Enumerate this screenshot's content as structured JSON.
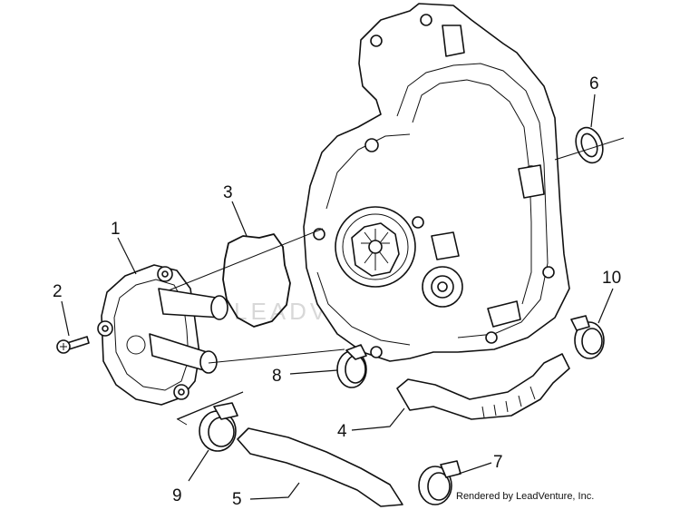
{
  "callouts": {
    "c1": "1",
    "c2": "2",
    "c3": "3",
    "c4": "4",
    "c5": "5",
    "c6": "6",
    "c7": "7",
    "c8": "8",
    "c9": "9",
    "c10": "10"
  },
  "watermark": "LEADVENTURE",
  "credit": "Rendered by LeadVenture, Inc."
}
